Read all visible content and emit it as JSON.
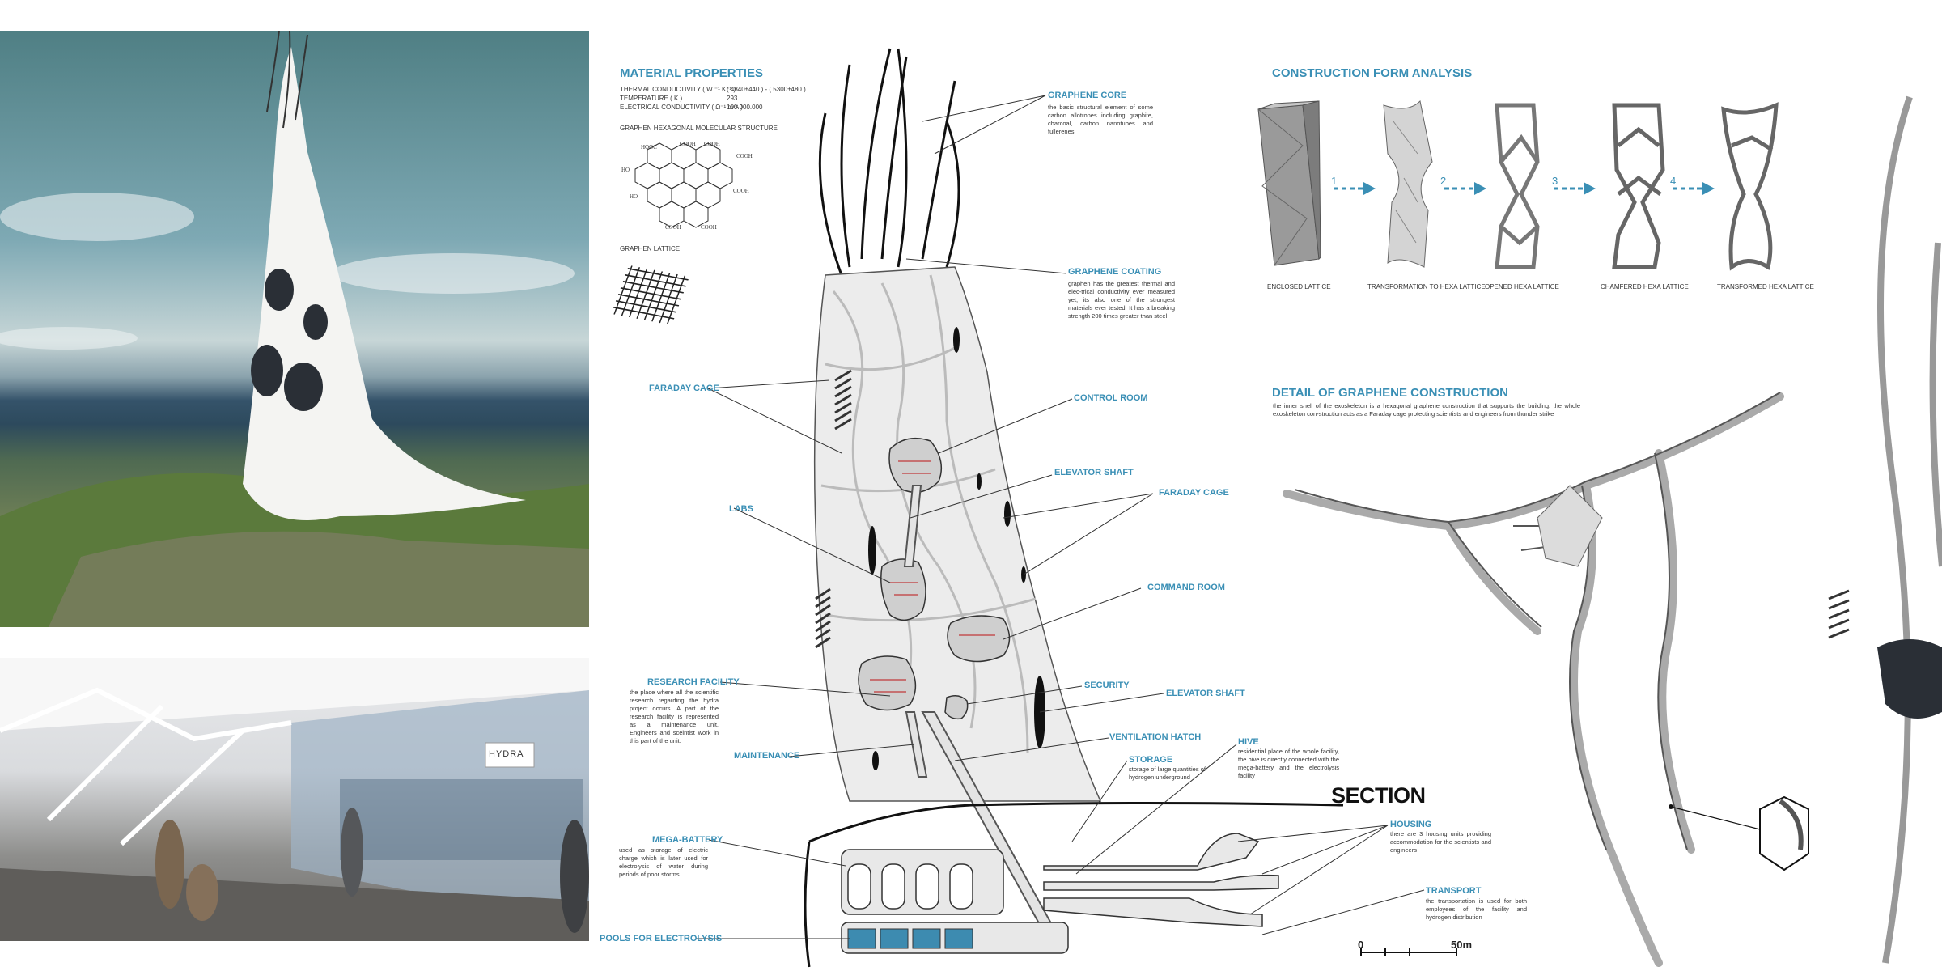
{
  "material": {
    "title": "MATERIAL PROPERTIES",
    "rows": [
      {
        "name": "THERMAL CONDUCTIVITY ( W ⁻¹ K⁻¹ )",
        "value": "( 4840±440 ) - ( 5300±480 )"
      },
      {
        "name": "TEMPERATURE ( K )",
        "value": "293"
      },
      {
        "name": "ELECTRICAL CONDUCTIVITY ( Ω⁻¹ m⁻¹ )",
        "value": "100.000.000"
      }
    ],
    "structure_label": "GRAPHEN HEXAGONAL MOLECULAR STRUCTURE",
    "lattice_label": "GRAPHEN LATTICE"
  },
  "construction": {
    "title": "CONSTRUCTION FORM ANALYSIS",
    "steps": [
      "1",
      "2",
      "3",
      "4"
    ],
    "forms": [
      "ENCLOSED LATTICE",
      "TRANSFORMATION TO HEXA LATTICE",
      "OPENED HEXA LATTICE",
      "CHAMFERED HEXA LATTICE",
      "TRANSFORMED HEXA LATTICE"
    ]
  },
  "detail": {
    "title": "DETAIL OF GRAPHENE CONSTRUCTION",
    "text": "the inner shell of the exoskeleton is a hexagonal graphene construction that supports the building. the whole exoskeleton con-struction acts as a Faraday cage protecting scientists and engineers from thunder strike"
  },
  "section": {
    "title": "SECTION",
    "scale_start": "0",
    "scale_end": "50m"
  },
  "labels": {
    "graphene_core": {
      "title": "GRAPHENE CORE",
      "text": "the basic structural element of some carbon allotropes including graphite, charcoal, carbon nanotubes and fullerenes"
    },
    "graphene_coating": {
      "title": "GRAPHENE COATING",
      "text": "graphen has the greatest thermal and elec-trical conductivity ever measured yet, its also one of the strongest materials ever tested. It has a breaking strength 200 times greater than steel"
    },
    "faraday_cage_left": {
      "title": "FARADAY CAGE"
    },
    "control_room": {
      "title": "CONTROL ROOM"
    },
    "elevator_shaft_1": {
      "title": "ELEVATOR SHAFT"
    },
    "labs": {
      "title": "LABS"
    },
    "faraday_cage_right": {
      "title": "FARADAY CAGE"
    },
    "command_room": {
      "title": "COMMAND ROOM"
    },
    "research_facility": {
      "title": "RESEARCH FACILITY",
      "text": "the place where all the scientific research regarding the hydra project occurs. A part of the research facility is represented as a maintenance unit. Engineers and sceintist work in this part of the unit."
    },
    "security": {
      "title": "SECURITY"
    },
    "elevator_shaft_2": {
      "title": "ELEVATOR SHAFT"
    },
    "ventilation_hatch": {
      "title": "VENTILATION HATCH"
    },
    "maintenance": {
      "title": "MAINTENANCE"
    },
    "storage": {
      "title": "STORAGE",
      "text": "storage of large quantities of hydrogen underground"
    },
    "hive": {
      "title": "HIVE",
      "text": "residential place of the whole facility, the hive is directly connected with the mega-battery and the electrolysis facility"
    },
    "mega_battery": {
      "title": "MEGA-BATTERY",
      "text": "used as storage of electric charge which is later used for electrolysis of water during periods of poor storms"
    },
    "housing": {
      "title": "HOUSING",
      "text": "there are 3 housing units providing accommodation for the scientists and engineers"
    },
    "transport": {
      "title": "TRANSPORT",
      "text": "the transportation is used for both employees of the facility and hydrogen distribution"
    },
    "pools": {
      "title": "POOLS FOR ELECTROLYSIS"
    }
  },
  "interior_sign": "HYDRA",
  "colors": {
    "accent": "#3a8fb5",
    "sky": "#5f8fa0",
    "sea": "#2f4f63",
    "grass": "#5d7a3a"
  }
}
